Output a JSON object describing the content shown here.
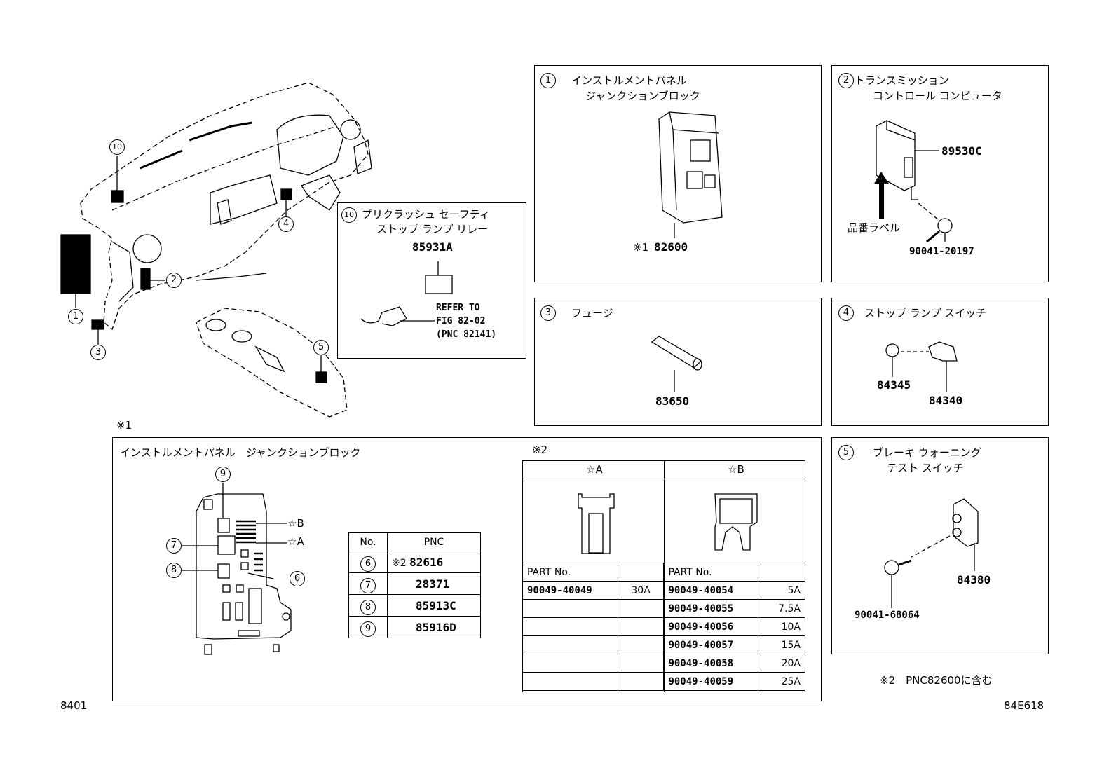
{
  "diagram_code_left": "8401",
  "diagram_code_right": "84E618",
  "callouts": {
    "c1": "1",
    "c2": "2",
    "c3": "3",
    "c4": "4",
    "c5": "5",
    "c10": "10"
  },
  "panel1": {
    "num": "1",
    "title1": "インストルメントパネル",
    "title2": "ジャンクションブロック",
    "part": "82600",
    "note_mark": "※1"
  },
  "panel2": {
    "num": "2",
    "title1": "トランスミッション",
    "title2": "コントロール コンピュータ",
    "part_a": "89530C",
    "label": "品番ラベル",
    "part_b": "90041-20197"
  },
  "panel3": {
    "num": "3",
    "title": "フュージ",
    "part": "83650"
  },
  "panel4": {
    "num": "4",
    "title": "ストップ ランプ スイッチ",
    "part_a": "84345",
    "part_b": "84340"
  },
  "panel5": {
    "num": "5",
    "title1": "ブレーキ ウォーニング",
    "title2": "テスト スイッチ",
    "part_a": "84380",
    "part_b": "90041-68064"
  },
  "panel10": {
    "num": "10",
    "title1": "プリクラッシュ セーフティ",
    "title2": "ストップ ランプ リレー",
    "part": "85931A",
    "ref1": "REFER TO",
    "ref2": "FIG 82-02",
    "ref3": "(PNC 82141)"
  },
  "note1": {
    "mark": "※1",
    "title": "インストルメントパネル　ジャンクションブロック",
    "star_a": "☆A",
    "star_b": "☆B",
    "c6": "6",
    "c7": "7",
    "c8": "8",
    "c9": "9"
  },
  "pnc_table": {
    "headers": [
      "No.",
      "PNC"
    ],
    "rows": [
      {
        "no": "6",
        "prefix": "※2",
        "pnc": "82616"
      },
      {
        "no": "7",
        "prefix": "",
        "pnc": "28371"
      },
      {
        "no": "8",
        "prefix": "",
        "pnc": "85913C"
      },
      {
        "no": "9",
        "prefix": "",
        "pnc": "85916D"
      }
    ]
  },
  "fuse_table": {
    "mark": "※2",
    "head_a": "☆A",
    "head_b": "☆B",
    "partno_label": "PART No.",
    "a_rows": [
      {
        "part": "90049-40049",
        "amp": "30A"
      }
    ],
    "b_rows": [
      {
        "part": "90049-40054",
        "amp": "5A"
      },
      {
        "part": "90049-40055",
        "amp": "7.5A"
      },
      {
        "part": "90049-40056",
        "amp": "10A"
      },
      {
        "part": "90049-40057",
        "amp": "15A"
      },
      {
        "part": "90049-40058",
        "amp": "20A"
      },
      {
        "part": "90049-40059",
        "amp": "25A"
      }
    ]
  },
  "footnote": "※2　PNC82600に含む"
}
